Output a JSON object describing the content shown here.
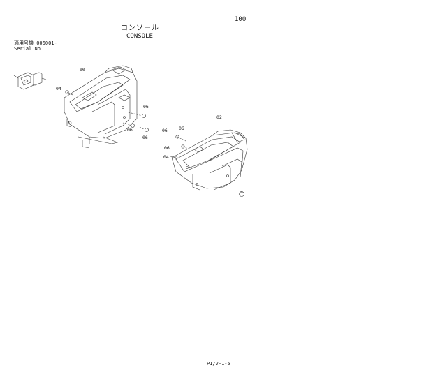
{
  "page": {
    "number": "100",
    "title_jp": "コンソール",
    "title_en": "CONSOLE",
    "serial_label_jp": "適用号機",
    "serial_from": "006001-",
    "serial_label_en": "Serial No",
    "footer_code": "P1/V-1-5"
  },
  "callouts": {
    "c00": "00",
    "c04_left": "04",
    "c06_a": "06",
    "c06_b": "06",
    "c06_c": "06",
    "c02": "02",
    "c06_d": "06",
    "c06_e": "06",
    "c06_f": "06",
    "c04_right": "04",
    "c06_g": "06"
  }
}
